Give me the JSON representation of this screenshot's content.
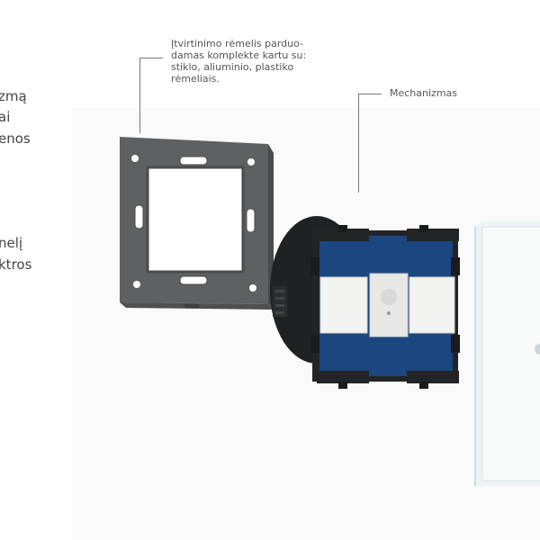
{
  "left_text": {
    "line1": "zmą",
    "line2": "ai",
    "line3": "enos",
    "line4": "nelį",
    "line5": "ktros"
  },
  "callouts": {
    "frame_label": "Įtvirtinimo rėmelis parduo-\ndamas komplekte kartu su:\nstiklo, aliuminio, plastiko\nrėmeliais.",
    "mechanism_label": "Mechanizmas"
  },
  "colors": {
    "frame_gray": "#5f6061",
    "frame_dark": "#4a4b4c",
    "mechanism_blue": "#1b4680",
    "mechanism_black": "#222426",
    "keys_white": "#f3f3f1",
    "panel_glass": "#eef2f4"
  }
}
